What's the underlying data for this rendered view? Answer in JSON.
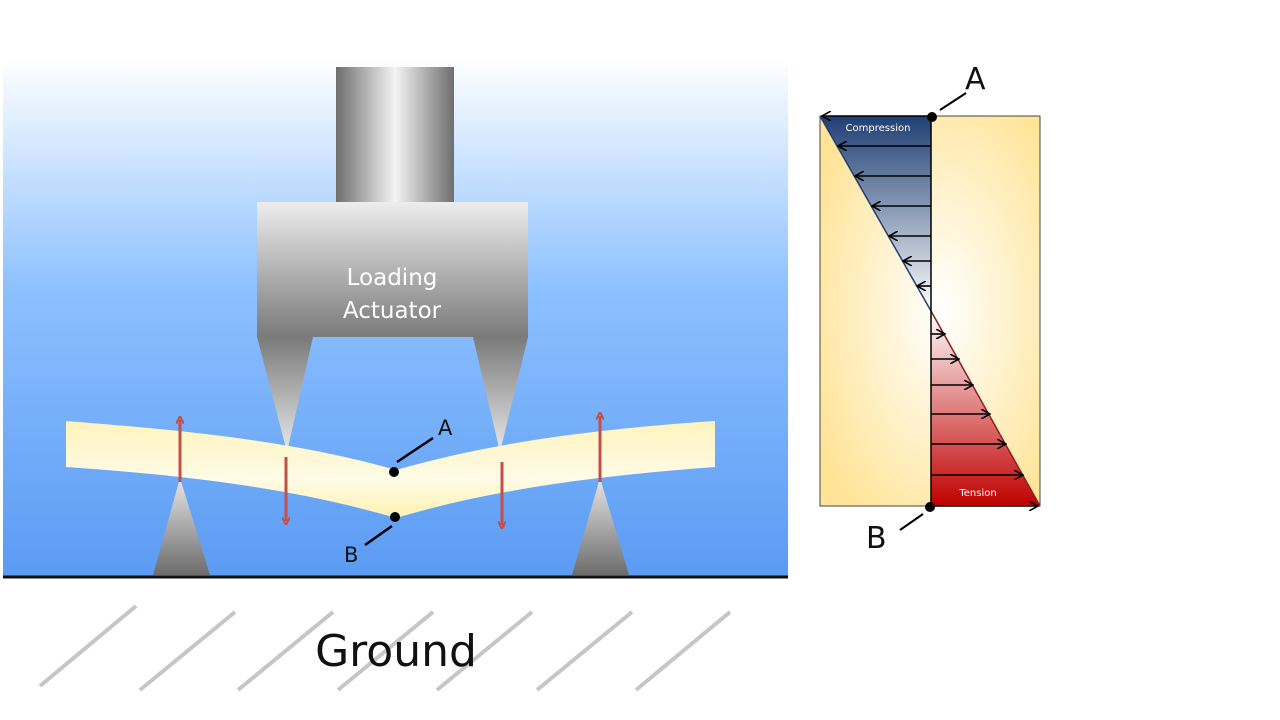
{
  "left_diagram": {
    "actuator_line1": "Loading",
    "actuator_line2": "Actuator",
    "point_a": "A",
    "point_b": "B",
    "ground": "Ground"
  },
  "right_diagram": {
    "point_a": "A",
    "point_b": "B",
    "compression": "Compression",
    "tension": "Tension"
  },
  "colors": {
    "force_arrow": "#c0504d",
    "compression": "#1f3f73",
    "tension": "#c00000",
    "beam": "#fff4c0"
  }
}
